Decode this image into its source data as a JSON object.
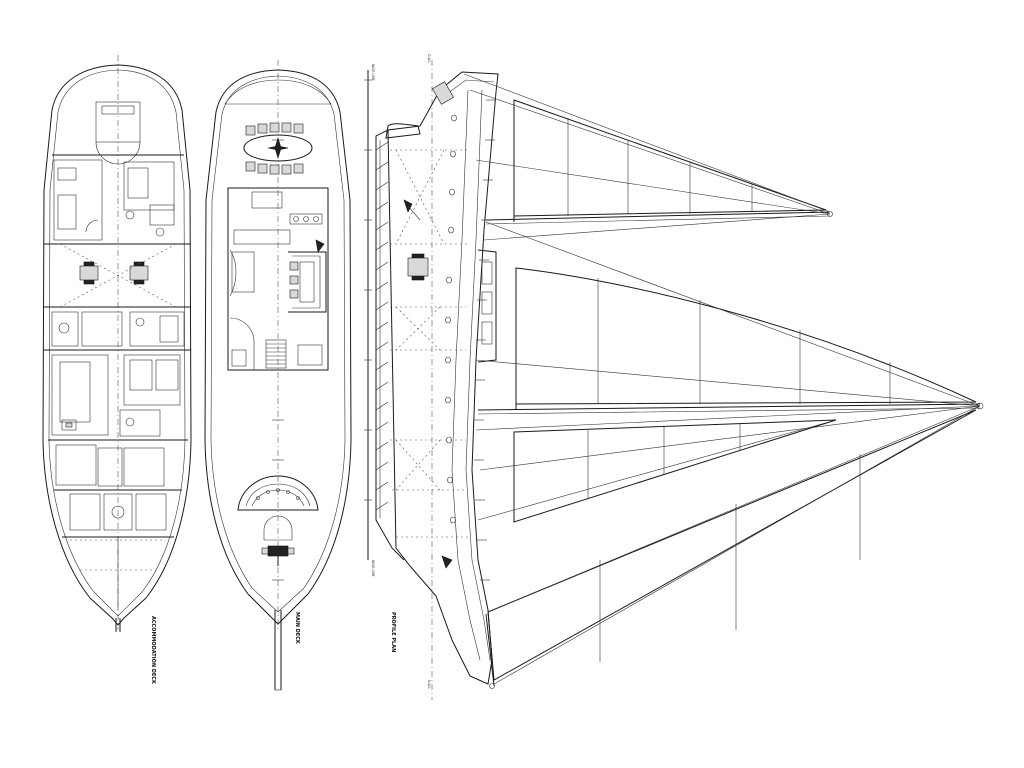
{
  "labels": {
    "accommodation_deck": "ACCOMMODATION DECK",
    "main_deck": "MAIN DECK",
    "profile_plan": "PROFILE PLAN",
    "dwl_top": "D.W.L",
    "dwl_bottom": "D.W.L",
    "base_line_top": "BASE LINE",
    "base_line_bottom": "BASE LINE"
  }
}
